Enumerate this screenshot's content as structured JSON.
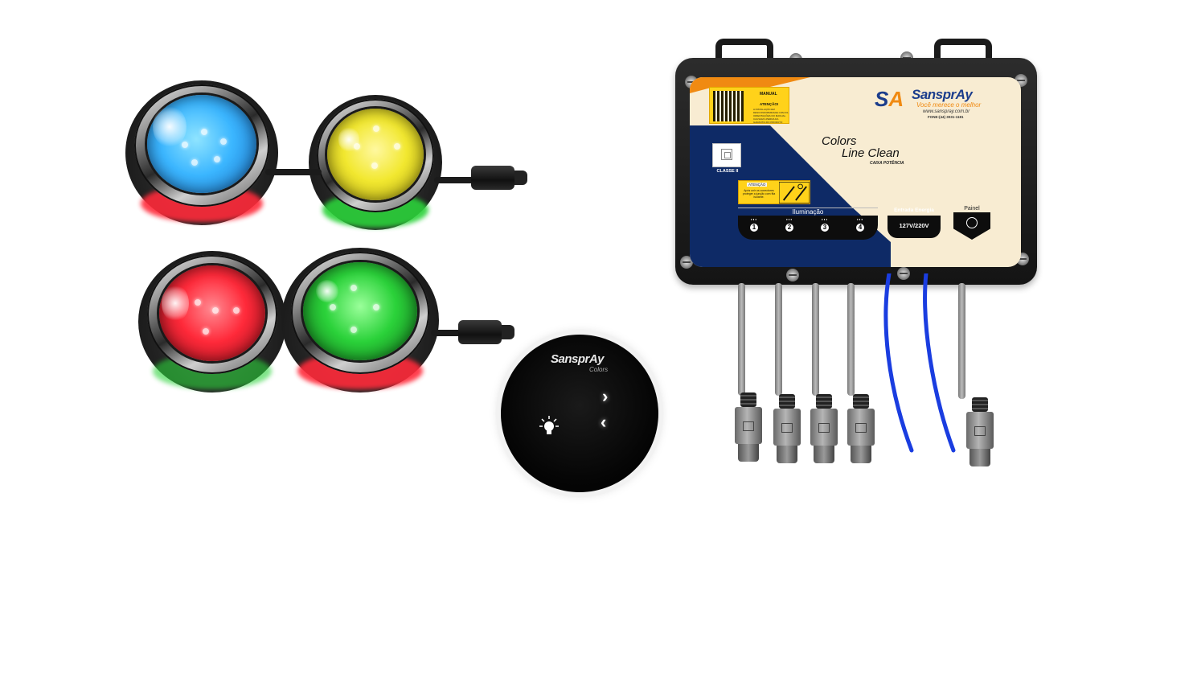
{
  "colors": {
    "light_1": "#3bb6ff",
    "light_2": "#f2e830",
    "light_3": "#ff2a3a",
    "light_4": "#2bd23a",
    "box_blue": "#0e2a66",
    "box_cream": "#f8ecd2",
    "brand_blue": "#1b3d8c",
    "brand_orange": "#f08a12",
    "cable_blue": "#1a3de0"
  },
  "control_panel": {
    "brand": "SansprAy",
    "subtitle": "Colors",
    "next_icon": "›",
    "prev_icon": "‹"
  },
  "box": {
    "brand": {
      "monogram_a": "S",
      "monogram_b": "A",
      "name": "SansprAy",
      "slogan": "Você merece o melhor",
      "website": "www.sanspray.com.br",
      "phone": "FONE:(44) 3031-1181"
    },
    "manual_label": "MANUAL",
    "atencao_top": "ATENÇÃO!",
    "manual_notice": "A INSTALAÇÃO EM DESCONFORMIDADE COM AS ORIENTAÇÕES DO MANUAL CAUSAM A PERDA DA GARANTIA DO PRODUTO",
    "product_line1": "Colors",
    "product_line2": "Line Clean",
    "product_subtitle": "CAIXA POTÊNCIA",
    "classe": "CLASSE II",
    "atencao_label": "ATENÇÃO",
    "atencao_text": "Após unir os conectores proteger a junção com fita isolante.",
    "iluminacao": "Iluminação",
    "outputs": [
      "1",
      "2",
      "3",
      "4"
    ],
    "entrada_energia": "Entrada Energia",
    "voltage": "127V/220V",
    "painel": "Painel"
  }
}
